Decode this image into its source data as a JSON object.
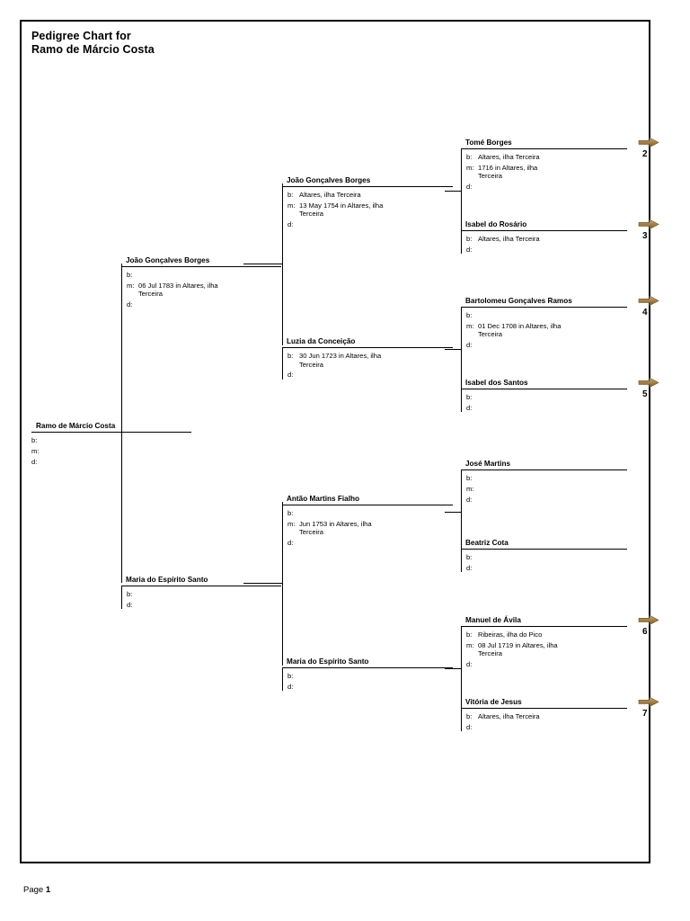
{
  "document": {
    "title_line1": "Pedigree Chart for",
    "title_line2": "Ramo de Márcio Costa",
    "title": "Pedigree Chart for\nRamo de Márcio Costa",
    "footer_label": "Page",
    "footer_number": "1",
    "arrow_color": "#9c7a43"
  },
  "labels": {
    "birth": "b:",
    "marriage": "m:",
    "death": "d:"
  },
  "people": {
    "root": {
      "name": "Ramo de Márcio Costa",
      "b": "",
      "m": "",
      "d": ""
    },
    "gen1_father": {
      "name": "João Gonçalves Borges",
      "b": "",
      "m": "06 Jul 1783 in Altares, ilha\nTerceira",
      "d": ""
    },
    "gen1_mother": {
      "name": "Maria do Espírito Santo",
      "b": "",
      "d": ""
    },
    "gen2_ff": {
      "name": "João Gonçalves Borges",
      "b": "Altares, ilha Terceira",
      "m": "13 May 1754 in Altares, ilha\nTerceira",
      "d": ""
    },
    "gen2_fm": {
      "name": "Luzia da Conceição",
      "b": "30 Jun 1723 in Altares, ilha\nTerceira",
      "d": ""
    },
    "gen2_mf": {
      "name": "Antão Martins Fialho",
      "b": "",
      "m": "Jun 1753 in Altares, ilha\nTerceira",
      "d": ""
    },
    "gen2_mm": {
      "name": "Maria do Espírito Santo",
      "b": "",
      "d": ""
    },
    "gen3_1": {
      "name": "Tomé Borges",
      "b": "Altares, ilha Terceira",
      "m": "1716 in Altares, ilha\nTerceira",
      "d": "",
      "ref": "2"
    },
    "gen3_2": {
      "name": "Isabel do Rosário",
      "b": "Altares, ilha Terceira",
      "d": "",
      "ref": "3"
    },
    "gen3_3": {
      "name": "Bartolomeu Gonçalves Ramos",
      "b": "",
      "m": "01 Dec 1708 in Altares, ilha\nTerceira",
      "d": "",
      "ref": "4"
    },
    "gen3_4": {
      "name": "Isabel dos Santos",
      "b": "",
      "d": "",
      "ref": "5"
    },
    "gen3_5": {
      "name": "José Martins",
      "b": "",
      "m": "",
      "d": "",
      "ref": ""
    },
    "gen3_6": {
      "name": "Beatriz Cota",
      "b": "",
      "d": "",
      "ref": ""
    },
    "gen3_7": {
      "name": "Manuel de Ávila",
      "b": "Ribeiras, ilha do Pico",
      "m": "08 Jul 1719 in Altares, ilha\nTerceira",
      "d": "",
      "ref": "6"
    },
    "gen3_8": {
      "name": "Vitória de Jesus",
      "b": "Altares, ilha Terceira",
      "d": "",
      "ref": "7"
    }
  }
}
